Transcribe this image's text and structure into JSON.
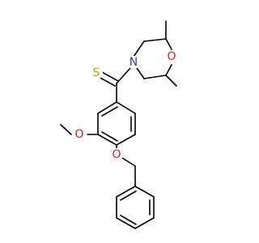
{
  "atom_labels": {
    "thiocarbonyl_sulfur": {
      "text": "S",
      "color": "#b3a100"
    },
    "morpholine_nitrogen": {
      "text": "N",
      "color": "#1f3fd1"
    },
    "morpholine_oxygen": {
      "text": "O",
      "color": "#d11f1f"
    },
    "methoxy_oxygen": {
      "text": "O",
      "color": "#d11f1f"
    },
    "ether_oxygen": {
      "text": "O",
      "color": "#d11f1f"
    }
  }
}
